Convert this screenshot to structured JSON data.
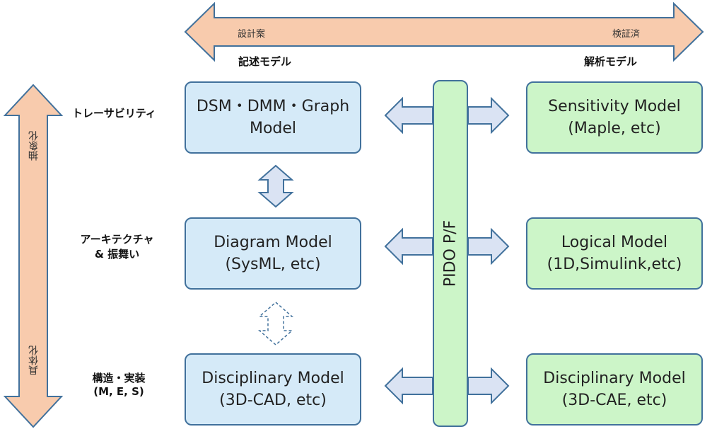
{
  "top_axis": {
    "left_label": "設計案",
    "right_label": "検証済",
    "left_title": "記述モデル",
    "right_title": "解析モデル"
  },
  "left_axis": {
    "top_label": "抽象化",
    "bottom_label": "具体化"
  },
  "levels": [
    {
      "label_lines": [
        "トレーサビリティ"
      ]
    },
    {
      "label_lines": [
        "アーキテクチャ",
        "& 振舞い"
      ]
    },
    {
      "label_lines": [
        "構造・実装",
        "(M, E, S)"
      ]
    }
  ],
  "left_models": [
    {
      "line1": "DSM・DMM・Graph",
      "line2": "Model"
    },
    {
      "line1": "Diagram Model",
      "line2": "(SysML, etc)"
    },
    {
      "line1": "Disciplinary Model",
      "line2": "(3D-CAD, etc)"
    }
  ],
  "right_models": [
    {
      "line1": "Sensitivity Model",
      "line2": "(Maple, etc)"
    },
    {
      "line1": "Logical Model",
      "line2": "(1D,Simulink,etc)"
    },
    {
      "line1": "Disciplinary Model",
      "line2": "(3D-CAE, etc)"
    }
  ],
  "platform": {
    "label": "PIDO P/F"
  },
  "colors": {
    "axis_arrow_fill": "#f8cbad",
    "outline": "#41719c",
    "descriptive_box_fill": "#d5eaf8",
    "analysis_box_fill": "#ccf5c8",
    "connector_fill": "#dae3f3"
  }
}
